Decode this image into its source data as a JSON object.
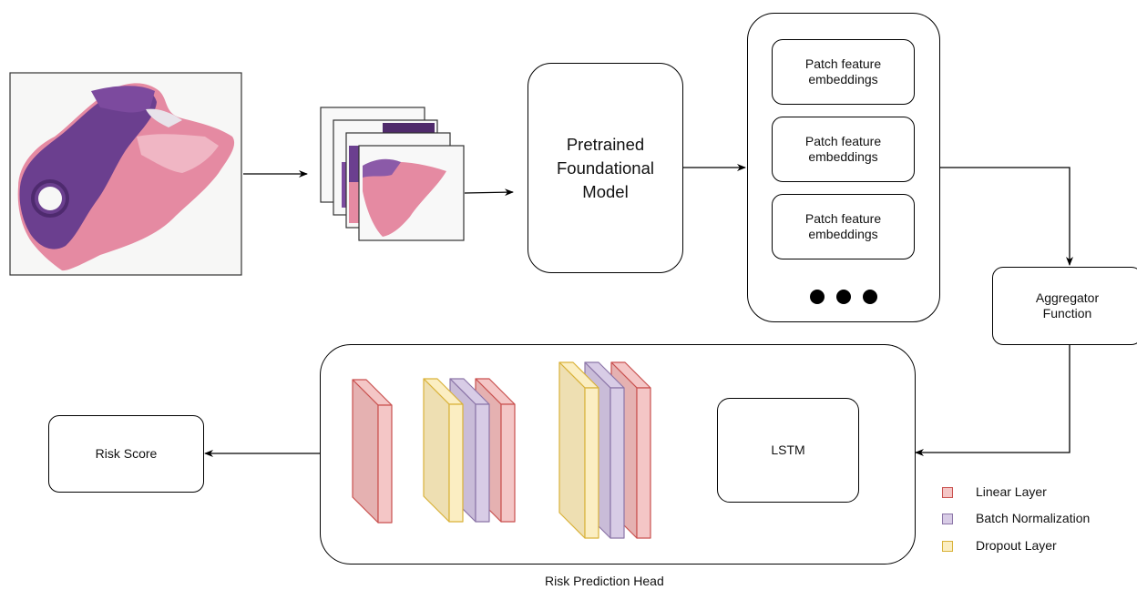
{
  "nodes": {
    "foundation_model": "Pretrained Foundational Model",
    "patch_embedding_label": "Patch feature embeddings",
    "aggregator": "Aggregator Function",
    "lstm": "LSTM",
    "risk_score": "Risk Score",
    "risk_head_caption": "Risk Prediction Head"
  },
  "patch_embeddings": [
    "Patch feature embeddings",
    "Patch feature embeddings",
    "Patch feature embeddings"
  ],
  "legend": [
    {
      "label": "Linear Layer",
      "fill": "#f4c6c6",
      "stroke": "#c9514f"
    },
    {
      "label": "Batch Normalization",
      "fill": "#d8cce6",
      "stroke": "#8c76a8"
    },
    {
      "label": "Dropout Layer",
      "fill": "#fbeec2",
      "stroke": "#d9b23a"
    }
  ],
  "colors": {
    "linear_fill": "#f4c6c6",
    "linear_stroke": "#c9514f",
    "batchnorm_fill": "#d8cce6",
    "batchnorm_stroke": "#8c76a8",
    "dropout_fill": "#fbeec2",
    "dropout_stroke": "#d9b23a",
    "tissue_dark": "#6b3f8f",
    "tissue_pink": "#e58aa2"
  },
  "ellipsis": "three-dots"
}
